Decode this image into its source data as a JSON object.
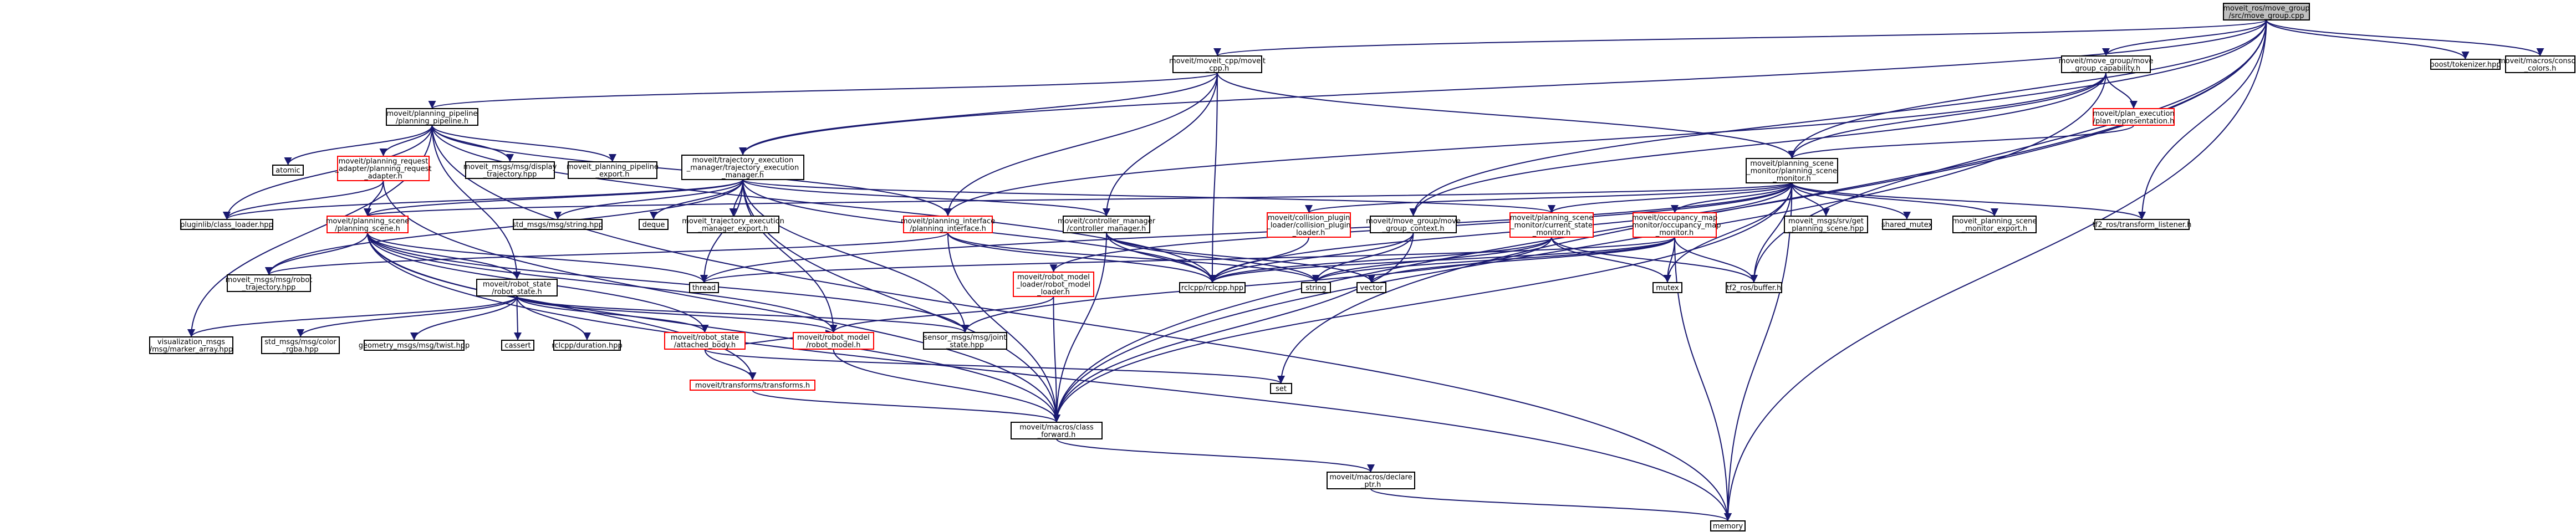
{
  "colors": {
    "edge": "#191970",
    "normal_border": "#000000",
    "included_border": "#ff0000",
    "root_fill": "#bfbfbf",
    "node_fill": "#ffffff"
  },
  "nodes": [
    {
      "id": "root",
      "lines": [
        "moveit_ros/move_group",
        "/src/move_group.cpp"
      ],
      "kind": "root"
    },
    {
      "id": "movecpp",
      "lines": [
        "moveit/moveit_cpp/moveit",
        "_cpp.h"
      ],
      "kind": "normal"
    },
    {
      "id": "capability",
      "lines": [
        "moveit/move_group/move",
        "_group_capability.h"
      ],
      "kind": "normal"
    },
    {
      "id": "tokenizer",
      "lines": [
        "boost/tokenizer.hpp"
      ],
      "kind": "normal"
    },
    {
      "id": "console_colors",
      "lines": [
        "moveit/macros/console",
        "_colors.h"
      ],
      "kind": "normal"
    },
    {
      "id": "pipeline",
      "lines": [
        "moveit/planning_pipeline",
        "/planning_pipeline.h"
      ],
      "kind": "normal"
    },
    {
      "id": "plan_exec",
      "lines": [
        "moveit/plan_execution",
        "/plan_representation.h"
      ],
      "kind": "red"
    },
    {
      "id": "traj_exec",
      "lines": [
        "moveit/trajectory_execution",
        "_manager/trajectory_execution",
        "_manager.h"
      ],
      "kind": "normal"
    },
    {
      "id": "psm",
      "lines": [
        "moveit/planning_scene",
        "_monitor/planning_scene",
        "_monitor.h"
      ],
      "kind": "normal"
    },
    {
      "id": "atomic",
      "lines": [
        "atomic"
      ],
      "kind": "normal"
    },
    {
      "id": "req_adapter",
      "lines": [
        "moveit/planning_request",
        "_adapter/planning_request",
        "_adapter.h"
      ],
      "kind": "red"
    },
    {
      "id": "display_traj",
      "lines": [
        "moveit_msgs/msg/display",
        "_trajectory.hpp"
      ],
      "kind": "normal"
    },
    {
      "id": "pp_export",
      "lines": [
        "moveit_planning_pipeline",
        "_export.h"
      ],
      "kind": "normal"
    },
    {
      "id": "class_loader",
      "lines": [
        "pluginlib/class_loader.hpp"
      ],
      "kind": "normal"
    },
    {
      "id": "planning_scene",
      "lines": [
        "moveit/planning_scene",
        "/planning_scene.h"
      ],
      "kind": "red"
    },
    {
      "id": "std_string",
      "lines": [
        "std_msgs/msg/string.hpp"
      ],
      "kind": "normal"
    },
    {
      "id": "deque",
      "lines": [
        "deque"
      ],
      "kind": "normal"
    },
    {
      "id": "tem_export",
      "lines": [
        "moveit_trajectory_execution",
        "_manager_export.h"
      ],
      "kind": "normal"
    },
    {
      "id": "planning_iface",
      "lines": [
        "moveit/planning_interface",
        "/planning_interface.h"
      ],
      "kind": "red"
    },
    {
      "id": "ctrl_mgr",
      "lines": [
        "moveit/controller_manager",
        "/controller_manager.h"
      ],
      "kind": "normal"
    },
    {
      "id": "collision_plugin",
      "lines": [
        "moveit/collision_plugin",
        "_loader/collision_plugin",
        "_loader.h"
      ],
      "kind": "red"
    },
    {
      "id": "mg_context",
      "lines": [
        "moveit/move_group/move",
        "_group_context.h"
      ],
      "kind": "normal"
    },
    {
      "id": "css_monitor",
      "lines": [
        "moveit/planning_scene",
        "_monitor/current_state",
        "_monitor.h"
      ],
      "kind": "red"
    },
    {
      "id": "occ_map",
      "lines": [
        "moveit/occupancy_map",
        "_monitor/occupancy_map",
        "_monitor.h"
      ],
      "kind": "red"
    },
    {
      "id": "get_scene",
      "lines": [
        "moveit_msgs/srv/get",
        "_planning_scene.hpp"
      ],
      "kind": "normal"
    },
    {
      "id": "shared_mutex",
      "lines": [
        "shared_mutex"
      ],
      "kind": "normal"
    },
    {
      "id": "psm_export",
      "lines": [
        "moveit_planning_scene",
        "_monitor_export.h"
      ],
      "kind": "normal"
    },
    {
      "id": "tf_listener",
      "lines": [
        "tf2_ros/transform_listener.h"
      ],
      "kind": "normal"
    },
    {
      "id": "robot_traj",
      "lines": [
        "moveit_msgs/msg/robot",
        "_trajectory.hpp"
      ],
      "kind": "normal"
    },
    {
      "id": "robot_state",
      "lines": [
        "moveit/robot_state",
        "/robot_state.h"
      ],
      "kind": "normal"
    },
    {
      "id": "thread",
      "lines": [
        "thread"
      ],
      "kind": "normal"
    },
    {
      "id": "rm_loader",
      "lines": [
        "moveit/robot_model",
        "_loader/robot_model",
        "_loader.h"
      ],
      "kind": "red"
    },
    {
      "id": "rclcpp",
      "lines": [
        "rclcpp/rclcpp.hpp"
      ],
      "kind": "normal"
    },
    {
      "id": "string",
      "lines": [
        "string"
      ],
      "kind": "normal"
    },
    {
      "id": "vector",
      "lines": [
        "vector"
      ],
      "kind": "normal"
    },
    {
      "id": "mutex",
      "lines": [
        "mutex"
      ],
      "kind": "normal"
    },
    {
      "id": "tf_buffer",
      "lines": [
        "tf2_ros/buffer.h"
      ],
      "kind": "normal"
    },
    {
      "id": "viz_marker",
      "lines": [
        "visualization_msgs",
        "/msg/marker_array.hpp"
      ],
      "kind": "normal"
    },
    {
      "id": "color_rgba",
      "lines": [
        "std_msgs/msg/color",
        "_rgba.hpp"
      ],
      "kind": "normal"
    },
    {
      "id": "twist",
      "lines": [
        "geometry_msgs/msg/twist.hpp"
      ],
      "kind": "normal"
    },
    {
      "id": "cassert",
      "lines": [
        "cassert"
      ],
      "kind": "normal"
    },
    {
      "id": "duration",
      "lines": [
        "rclcpp/duration.hpp"
      ],
      "kind": "normal"
    },
    {
      "id": "attached_body",
      "lines": [
        "moveit/robot_state",
        "/attached_body.h"
      ],
      "kind": "red"
    },
    {
      "id": "robot_model",
      "lines": [
        "moveit/robot_model",
        "/robot_model.h"
      ],
      "kind": "red"
    },
    {
      "id": "joint_state",
      "lines": [
        "sensor_msgs/msg/joint",
        "_state.hpp"
      ],
      "kind": "normal"
    },
    {
      "id": "set",
      "lines": [
        "set"
      ],
      "kind": "normal"
    },
    {
      "id": "transforms",
      "lines": [
        "moveit/transforms/transforms.h"
      ],
      "kind": "red"
    },
    {
      "id": "class_forward",
      "lines": [
        "moveit/macros/class",
        "_forward.h"
      ],
      "kind": "normal"
    },
    {
      "id": "declare_ptr",
      "lines": [
        "moveit/macros/declare",
        "_ptr.h"
      ],
      "kind": "normal"
    },
    {
      "id": "memory",
      "lines": [
        "memory"
      ],
      "kind": "normal"
    }
  ],
  "edges": [
    [
      "root",
      "movecpp"
    ],
    [
      "root",
      "capability"
    ],
    [
      "root",
      "tokenizer"
    ],
    [
      "root",
      "console_colors"
    ],
    [
      "root",
      "traj_exec"
    ],
    [
      "root",
      "psm"
    ],
    [
      "root",
      "mg_context"
    ],
    [
      "root",
      "tf_listener"
    ],
    [
      "root",
      "set"
    ],
    [
      "root",
      "memory"
    ],
    [
      "root",
      "class_forward"
    ],
    [
      "root",
      "tf_buffer"
    ],
    [
      "movecpp",
      "pipeline"
    ],
    [
      "movecpp",
      "traj_exec"
    ],
    [
      "movecpp",
      "psm"
    ],
    [
      "movecpp",
      "ctrl_mgr"
    ],
    [
      "movecpp",
      "rclcpp"
    ],
    [
      "movecpp",
      "planning_iface"
    ],
    [
      "capability",
      "plan_exec"
    ],
    [
      "capability",
      "psm"
    ],
    [
      "capability",
      "mg_context"
    ],
    [
      "capability",
      "planning_iface"
    ],
    [
      "capability",
      "class_forward"
    ],
    [
      "plan_exec",
      "psm"
    ],
    [
      "pipeline",
      "atomic"
    ],
    [
      "pipeline",
      "req_adapter"
    ],
    [
      "pipeline",
      "display_traj"
    ],
    [
      "pipeline",
      "pp_export"
    ],
    [
      "pipeline",
      "class_loader"
    ],
    [
      "pipeline",
      "planning_iface"
    ],
    [
      "pipeline",
      "robot_state"
    ],
    [
      "pipeline",
      "rclcpp"
    ],
    [
      "pipeline",
      "memory"
    ],
    [
      "pipeline",
      "viz_marker"
    ],
    [
      "req_adapter",
      "planning_scene"
    ],
    [
      "req_adapter",
      "class_loader"
    ],
    [
      "req_adapter",
      "class_forward"
    ],
    [
      "traj_exec",
      "std_string"
    ],
    [
      "traj_exec",
      "deque"
    ],
    [
      "traj_exec",
      "tem_export"
    ],
    [
      "traj_exec",
      "ctrl_mgr"
    ],
    [
      "traj_exec",
      "planning_scene"
    ],
    [
      "traj_exec",
      "class_loader"
    ],
    [
      "traj_exec",
      "robot_traj"
    ],
    [
      "traj_exec",
      "thread"
    ],
    [
      "traj_exec",
      "rclcpp"
    ],
    [
      "traj_exec",
      "robot_model"
    ],
    [
      "traj_exec",
      "css_monitor"
    ],
    [
      "traj_exec",
      "class_forward"
    ],
    [
      "traj_exec",
      "joint_state"
    ],
    [
      "psm",
      "collision_plugin"
    ],
    [
      "psm",
      "css_monitor"
    ],
    [
      "psm",
      "occ_map"
    ],
    [
      "psm",
      "get_scene"
    ],
    [
      "psm",
      "shared_mutex"
    ],
    [
      "psm",
      "psm_export"
    ],
    [
      "psm",
      "tf_listener"
    ],
    [
      "psm",
      "planning_scene"
    ],
    [
      "psm",
      "rm_loader"
    ],
    [
      "psm",
      "rclcpp"
    ],
    [
      "psm",
      "thread"
    ],
    [
      "psm",
      "mutex"
    ],
    [
      "psm",
      "tf_buffer"
    ],
    [
      "psm",
      "memory"
    ],
    [
      "psm",
      "class_forward"
    ],
    [
      "planning_scene",
      "robot_state"
    ],
    [
      "planning_scene",
      "robot_traj"
    ],
    [
      "planning_scene",
      "thread"
    ],
    [
      "planning_scene",
      "robot_model"
    ],
    [
      "planning_scene",
      "attached_body"
    ],
    [
      "planning_scene",
      "transforms"
    ],
    [
      "planning_scene",
      "class_forward"
    ],
    [
      "planning_scene",
      "joint_state"
    ],
    [
      "planning_scene",
      "memory"
    ],
    [
      "planning_iface",
      "robot_traj"
    ],
    [
      "planning_iface",
      "rclcpp"
    ],
    [
      "planning_iface",
      "string"
    ],
    [
      "planning_iface",
      "class_forward"
    ],
    [
      "ctrl_mgr",
      "rclcpp"
    ],
    [
      "ctrl_mgr",
      "vector"
    ],
    [
      "ctrl_mgr",
      "string"
    ],
    [
      "ctrl_mgr",
      "class_forward"
    ],
    [
      "collision_plugin",
      "rclcpp"
    ],
    [
      "mg_context",
      "rclcpp"
    ],
    [
      "mg_context",
      "string"
    ],
    [
      "mg_context",
      "class_forward"
    ],
    [
      "css_monitor",
      "rclcpp"
    ],
    [
      "css_monitor",
      "joint_state"
    ],
    [
      "css_monitor",
      "tf_buffer"
    ],
    [
      "css_monitor",
      "mutex"
    ],
    [
      "css_monitor",
      "string"
    ],
    [
      "occ_map",
      "rclcpp"
    ],
    [
      "occ_map",
      "mutex"
    ],
    [
      "occ_map",
      "tf_buffer"
    ],
    [
      "occ_map",
      "memory"
    ],
    [
      "occ_map",
      "string"
    ],
    [
      "occ_map",
      "vector"
    ],
    [
      "occ_map",
      "thread"
    ],
    [
      "rm_loader",
      "robot_model"
    ],
    [
      "rm_loader",
      "class_forward"
    ],
    [
      "robot_state",
      "viz_marker"
    ],
    [
      "robot_state",
      "color_rgba"
    ],
    [
      "robot_state",
      "twist"
    ],
    [
      "robot_state",
      "cassert"
    ],
    [
      "robot_state",
      "duration"
    ],
    [
      "robot_state",
      "attached_body"
    ],
    [
      "robot_state",
      "robot_model"
    ],
    [
      "robot_state",
      "joint_state"
    ],
    [
      "attached_body",
      "transforms"
    ],
    [
      "attached_body",
      "set"
    ],
    [
      "attached_body",
      "robot_model"
    ],
    [
      "robot_model",
      "class_forward"
    ],
    [
      "transforms",
      "class_forward"
    ],
    [
      "class_forward",
      "declare_ptr"
    ],
    [
      "declare_ptr",
      "memory"
    ]
  ]
}
